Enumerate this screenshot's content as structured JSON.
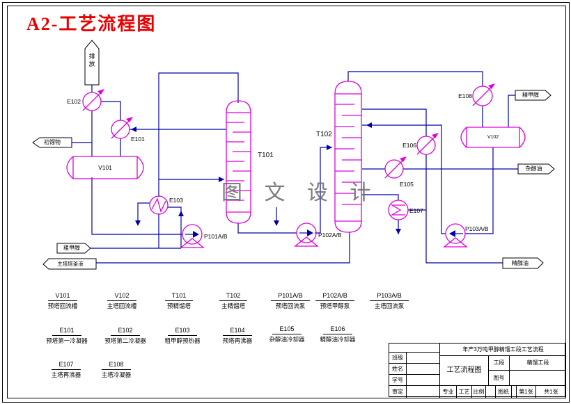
{
  "title": "A2-工艺流程图",
  "watermark": "图 文 设 计",
  "diagram": {
    "columns": {
      "t101": "T101",
      "t102": "T102"
    },
    "vessels": {
      "v101": "V101",
      "v102": "V102"
    },
    "exchangers": {
      "e101": "E101",
      "e102": "E102",
      "e103": "E103",
      "e105": "E105",
      "e106": "E106",
      "e107": "E107",
      "e108": "E108"
    },
    "pumps": {
      "p101": "P101A/B",
      "p102": "P102A/B",
      "p103": "P103A/B"
    },
    "streams": {
      "vent": "排放",
      "initial_distillate": "初馏物",
      "crude_methanol": "粗甲醇",
      "main_column_bottoms": "主塔塔釜液",
      "refined_methanol": "精甲醇",
      "fusel_oil": "杂醇油",
      "refined_oil": "精醇油"
    }
  },
  "equipment_table": [
    {
      "code": "V101",
      "name": "预塔回流槽"
    },
    {
      "code": "V102",
      "name": "主塔回流槽"
    },
    {
      "code": "T101",
      "name": "预精馏塔"
    },
    {
      "code": "T102",
      "name": "主精馏塔"
    },
    {
      "code": "P101A/B",
      "name": "预塔回流泵"
    },
    {
      "code": "P102A/B",
      "name": "预塔甲醇泵"
    },
    {
      "code": "P103A/B",
      "name": "主塔回流泵"
    },
    {
      "code": "E101",
      "name": "预塔第一冷凝器"
    },
    {
      "code": "E102",
      "name": "预塔第二冷凝器"
    },
    {
      "code": "E103",
      "name": "粗甲醇预热器"
    },
    {
      "code": "E104",
      "name": "预塔再沸器"
    },
    {
      "code": "E105",
      "name": "杂醇油冷却器"
    },
    {
      "code": "E106",
      "name": "精醇油冷却器"
    },
    {
      "code": "E107",
      "name": "主塔再沸器"
    },
    {
      "code": "E108",
      "name": "主塔冷凝器"
    }
  ],
  "title_block": {
    "project_title": "年产3万吨甲醇精馏工段工艺流程",
    "drawing_name": "工艺流程图",
    "class_label": "班级",
    "name_label": "姓名",
    "student_id_label": "学号",
    "approve_label": "审定",
    "section_label": "工段",
    "section_value": "精馏工段",
    "drawing_no_label": "图号",
    "major_label": "专业",
    "major_value": "工艺",
    "scale_label": "比例",
    "paper_label": "图纸",
    "sheet_no": "第1张",
    "sheet_total": "共1张"
  },
  "colors": {
    "pipe": "#0000aa",
    "equipment": "#dd00dd",
    "title_red": "#e80000",
    "watermark_gray": "#6f6f6f"
  }
}
